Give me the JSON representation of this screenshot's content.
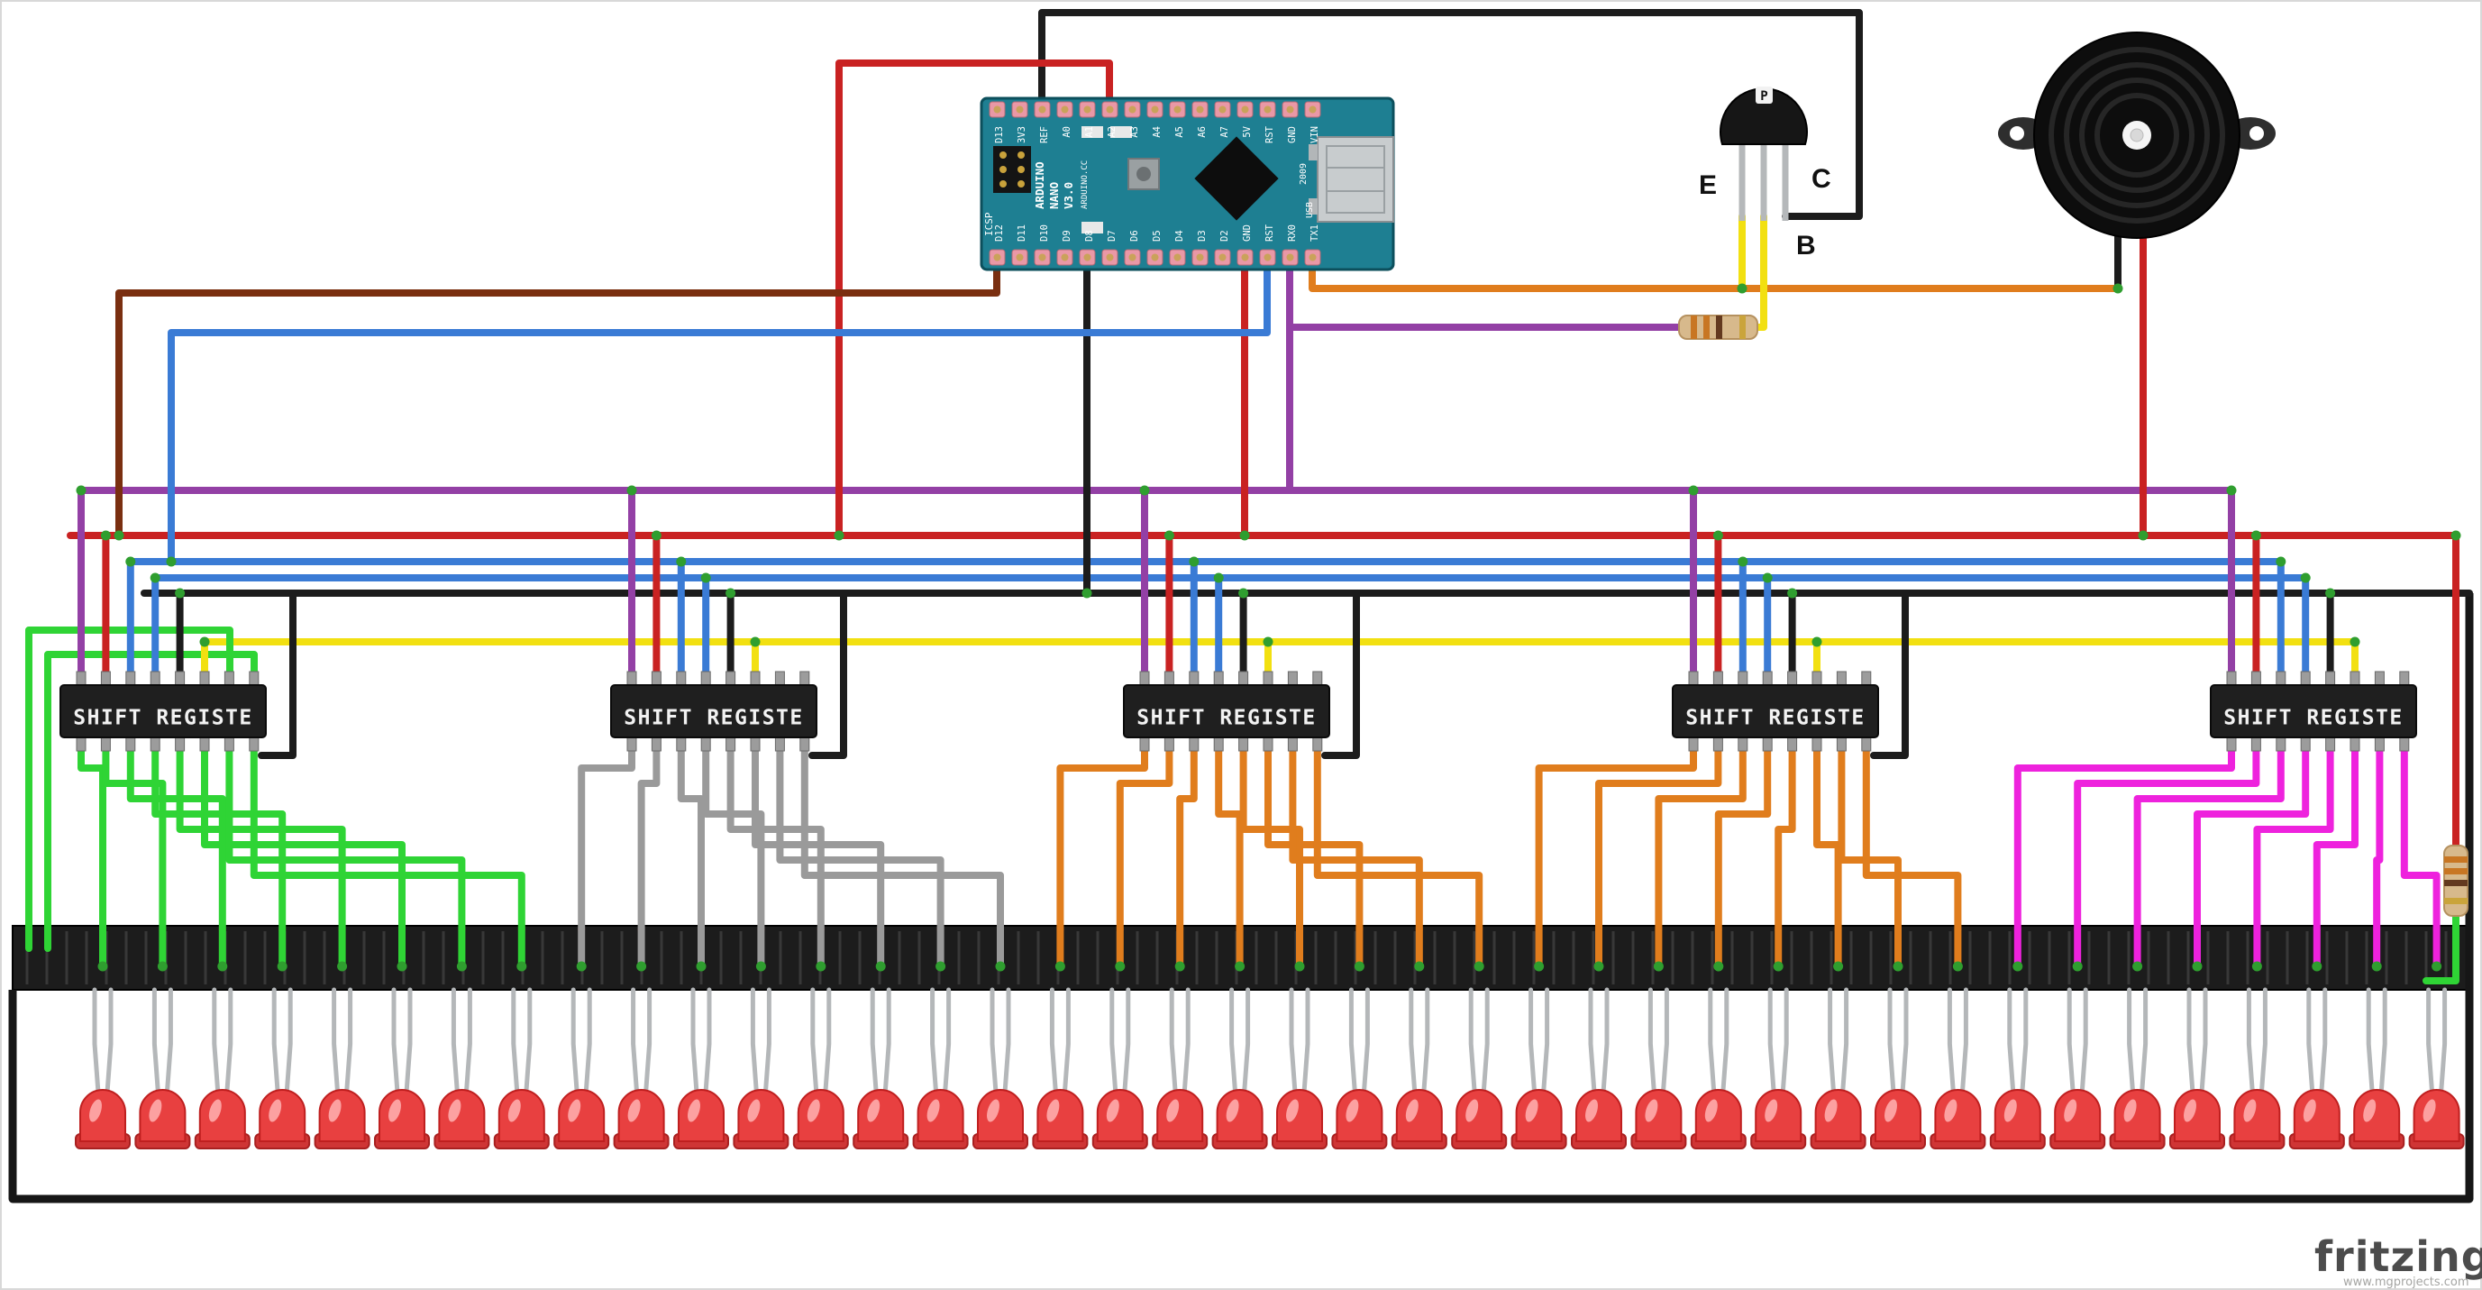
{
  "palette": {
    "wire_green": "#2fd435",
    "wire_gray": "#9a9a9a",
    "wire_orange": "#e07d1d",
    "wire_magenta": "#ee22dd",
    "wire_yellow": "#f2e011",
    "wire_blue": "#3a7bd5",
    "wire_red": "#c92222",
    "wire_black": "#1c1c1c",
    "wire_purple": "#9340a5",
    "wire_brown": "#7a2f10",
    "board_teal": "#1e7f92",
    "ic_black": "#1f1f1f",
    "led_red": "#e84040"
  },
  "arduino": {
    "title_lines": [
      "ARDUINO",
      "NANO",
      "V3.0"
    ],
    "brand": "ARDUINO.CC",
    "icsp_label": "ICSP",
    "usb_label": "USB",
    "year_label": "2009",
    "top_pins": [
      "D13",
      "3V3",
      "REF",
      "A0",
      "A1",
      "A2",
      "A3",
      "A4",
      "A5",
      "A6",
      "A7",
      "5V",
      "RST",
      "GND",
      "VIN"
    ],
    "bottom_pins": [
      "D12",
      "D11",
      "D10",
      "D9",
      "D8",
      "D7",
      "D6",
      "D5",
      "D4",
      "D3",
      "D2",
      "GND",
      "RST",
      "RX0",
      "TX1"
    ]
  },
  "transistor": {
    "marker": "P",
    "pin_e": "E",
    "pin_c": "C",
    "pin_b": "B"
  },
  "shift_registers": {
    "label": "SHIFT REGISTE",
    "count": 5
  },
  "leds": {
    "count": 40,
    "color_name": "red"
  },
  "watermark": {
    "brand": "fritzing",
    "url": "www.mgprojects.com"
  }
}
